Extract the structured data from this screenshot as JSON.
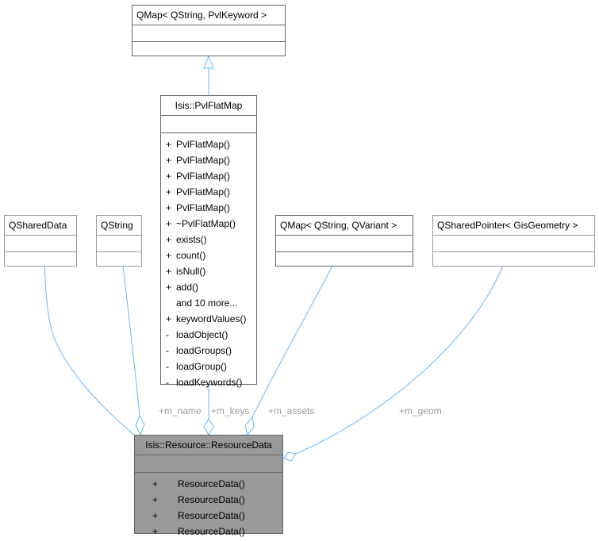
{
  "nodes": {
    "qmap_pvl": {
      "title": "QMap< QString, PvlKeyword >"
    },
    "pvlflatmap": {
      "title": "Isis::PvlFlatMap",
      "operations": [
        {
          "vis": "+",
          "name": "PvlFlatMap()"
        },
        {
          "vis": "+",
          "name": "PvlFlatMap()"
        },
        {
          "vis": "+",
          "name": "PvlFlatMap()"
        },
        {
          "vis": "+",
          "name": "PvlFlatMap()"
        },
        {
          "vis": "+",
          "name": "PvlFlatMap()"
        },
        {
          "vis": "+",
          "name": "~PvlFlatMap()"
        },
        {
          "vis": "+",
          "name": "exists()"
        },
        {
          "vis": "+",
          "name": "count()"
        },
        {
          "vis": "+",
          "name": "isNull()"
        },
        {
          "vis": "+",
          "name": "add()"
        },
        {
          "vis": "",
          "name": "and 10 more..."
        },
        {
          "vis": "+",
          "name": "keywordValues()"
        },
        {
          "vis": "-",
          "name": "loadObject()"
        },
        {
          "vis": "-",
          "name": "loadGroups()"
        },
        {
          "vis": "-",
          "name": "loadGroup()"
        },
        {
          "vis": "-",
          "name": "loadKeywords()"
        }
      ]
    },
    "qshareddata": {
      "title": "QSharedData"
    },
    "qstring": {
      "title": "QString"
    },
    "qmap_variant": {
      "title": "QMap< QString, QVariant >"
    },
    "qsharedpointer": {
      "title": "QSharedPointer< GisGeometry >"
    },
    "resourcedata": {
      "title": "Isis::Resource::ResourceData",
      "operations": [
        {
          "vis": "+",
          "name": "ResourceData()"
        },
        {
          "vis": "+",
          "name": "ResourceData()"
        },
        {
          "vis": "+",
          "name": "ResourceData()"
        },
        {
          "vis": "+",
          "name": "ResourceData()"
        }
      ]
    }
  },
  "edge_labels": {
    "m_name": "+m_name",
    "m_keys": "+m_keys",
    "m_assets": "+m_assets",
    "m_geom": "+m_geom"
  },
  "colors": {
    "edge": "#63b8ff",
    "focus_fill": "#999999",
    "label": "#9a9a9a"
  }
}
